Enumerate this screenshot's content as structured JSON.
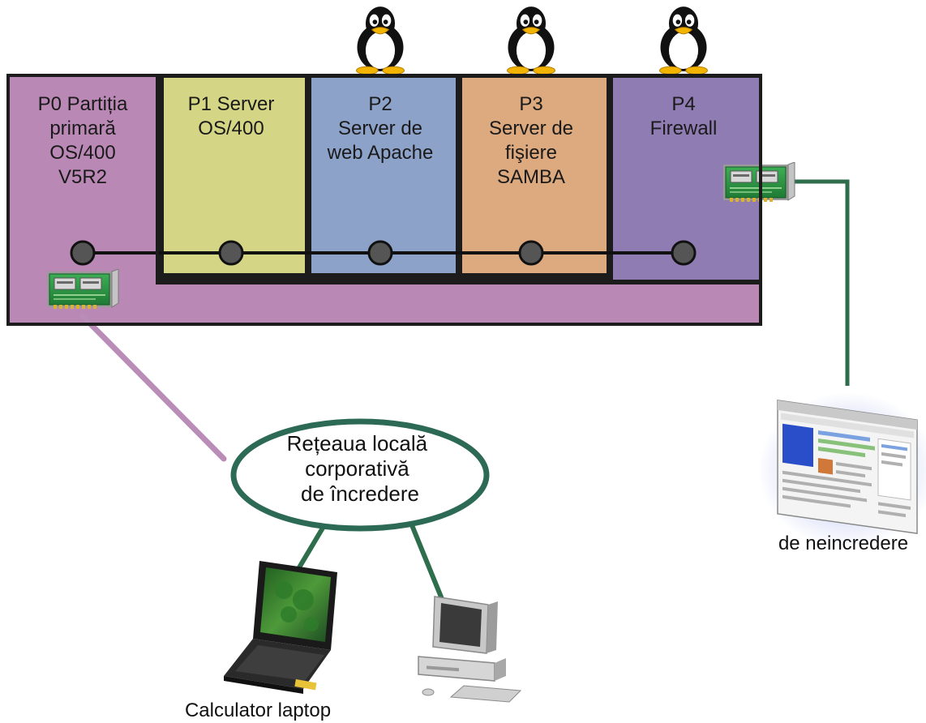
{
  "partitions": [
    {
      "id": "P0",
      "lines": [
        "P0 Partiția",
        "primară",
        "OS/400",
        "V5R2"
      ],
      "os": "os400",
      "color": "#b988b5"
    },
    {
      "id": "P1",
      "lines": [
        "P1 Server",
        "",
        "OS/400",
        ""
      ],
      "os": "os400",
      "color": "#d4d685"
    },
    {
      "id": "P2",
      "lines": [
        "P2",
        "Server de",
        "web Apache",
        ""
      ],
      "os": "linux",
      "color": "#8da2c8"
    },
    {
      "id": "P3",
      "lines": [
        "P3",
        "Server de",
        "fişiere",
        "SAMBA"
      ],
      "os": "linux",
      "color": "#dcaa7e"
    },
    {
      "id": "P4",
      "lines": [
        "P4",
        "Firewall",
        "",
        ""
      ],
      "os": "linux",
      "color": "#8f7cb3"
    }
  ],
  "network": {
    "trusted_lan_lines": [
      "Rețeaua locală",
      "corporativă",
      "de încredere"
    ],
    "untrusted_label": "de neincredere",
    "laptop_label": "Calculator laptop"
  },
  "icons": {
    "linux_os": "tux-penguin-icon",
    "network_card": "network-adapter-card-icon",
    "laptop": "laptop-computer-icon",
    "desktop": "desktop-computer-icon",
    "internet": "web-browser-window-icon"
  },
  "colors": {
    "lan_link": "#ba8cb8",
    "green_link": "#2f6e4c",
    "frame": "#1c1c1c",
    "lan_ring": "#2c6a55",
    "virtual_bus": "#111111"
  }
}
